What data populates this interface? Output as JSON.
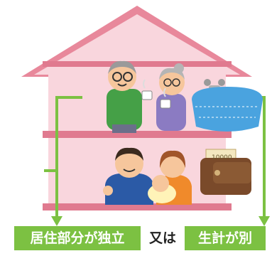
{
  "labels": {
    "left": "居住部分が独立",
    "middle": "又は",
    "right": "生計が別"
  },
  "icons": {
    "wallet_note": "10000"
  },
  "colors": {
    "house_wall": "#f9d6dd",
    "house_roof": "#e8889b",
    "house_floor_band": "#e07a8f",
    "arrow_green": "#7cc142",
    "label_bg": "#7cc142"
  }
}
